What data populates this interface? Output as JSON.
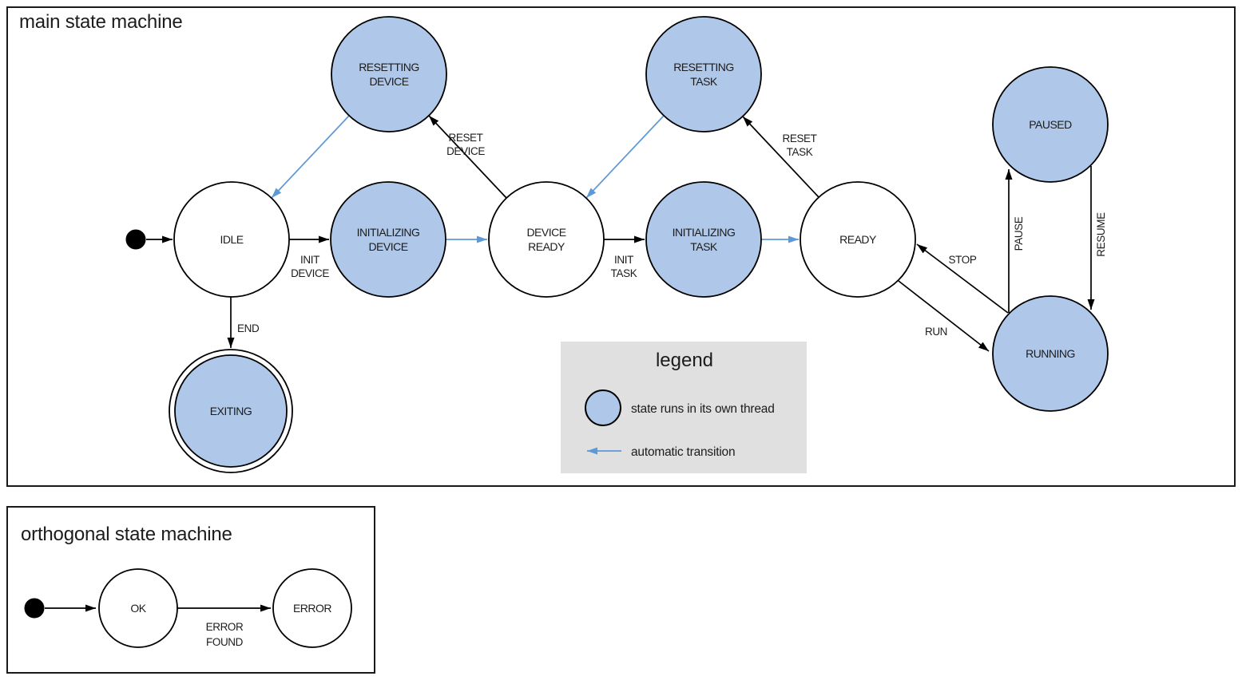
{
  "colors": {
    "state_fill": "#AFC7E8",
    "auto_transition": "#5C99D6",
    "legend_bg": "#E0E0E0",
    "stroke": "#000000"
  },
  "main": {
    "title": "main state machine",
    "states": {
      "idle": {
        "label": "IDLE"
      },
      "resetting_device": {
        "line1": "RESETTING",
        "line2": "DEVICE"
      },
      "initializing_device": {
        "line1": "INITIALIZING",
        "line2": "DEVICE"
      },
      "device_ready": {
        "line1": "DEVICE",
        "line2": "READY"
      },
      "resetting_task": {
        "line1": "RESETTING",
        "line2": "TASK"
      },
      "initializing_task": {
        "line1": "INITIALIZING",
        "line2": "TASK"
      },
      "ready": {
        "label": "READY"
      },
      "paused": {
        "label": "PAUSED"
      },
      "running": {
        "label": "RUNNING"
      },
      "exiting": {
        "label": "EXITING"
      }
    },
    "edge_labels": {
      "init_device": {
        "line1": "INIT",
        "line2": "DEVICE"
      },
      "reset_device": {
        "line1": "RESET",
        "line2": "DEVICE"
      },
      "init_task": {
        "line1": "INIT",
        "line2": "TASK"
      },
      "reset_task": {
        "line1": "RESET",
        "line2": "TASK"
      },
      "end": "END",
      "run": "RUN",
      "stop": "STOP",
      "pause": "PAUSE",
      "resume": "RESUME"
    },
    "legend": {
      "title": "legend",
      "thread_item": "state runs in its own thread",
      "auto_item": "automatic transition"
    }
  },
  "orthogonal": {
    "title": "orthogonal state machine",
    "states": {
      "ok": {
        "label": "OK"
      },
      "error": {
        "label": "ERROR"
      }
    },
    "edge_labels": {
      "error_found": {
        "line1": "ERROR",
        "line2": "FOUND"
      }
    }
  }
}
